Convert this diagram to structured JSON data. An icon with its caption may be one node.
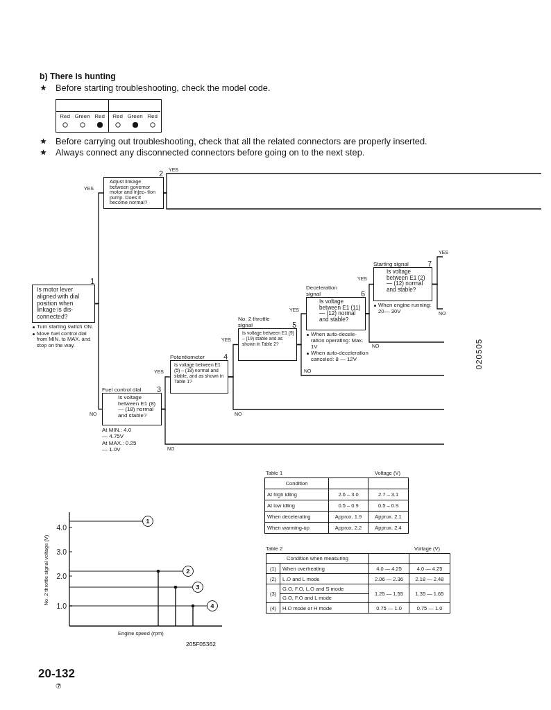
{
  "diagram": {
    "title": "b) There is hunting",
    "nodes": [
      {
        "text": [
          "1",
          "Is motor lever aligned with dial position when linkage is dis- connected?"
        ],
        "beside": [
          "Turn starting switch ON.",
          "Move fuel control dial from MIN. to MAX. and stop on the way."
        ]
      },
      {
        "text": [
          "2",
          "Adjust linkage between governor motor and injec- tion pump. Does it become normal?"
        ]
      },
      {
        "text": [
          "Fuel control dial",
          "3",
          "Is voltage between E1 (8) — (18) normal and stable?"
        ],
        "beside": [
          "At MIN.: 4.0 — 4.75V",
          "At MAX.: 0.25 — 1.0V"
        ]
      },
      {
        "text": [
          "Potentiometer",
          "4",
          "Is voltage between E1 (5) – (18) normal and stable, and as shown in Table 1?"
        ]
      },
      {
        "text": [
          "No. 2 throttle signal",
          "5",
          "Is voltage between E1 (9) – (19) stable and as shown in Table 2?"
        ]
      },
      {
        "text": [
          "Deceleration signal",
          "6",
          "Is voltage between E1 (11) — (12) normal and stable?"
        ],
        "beside": [
          "When auto-decele- ration operating: Max. 1V",
          "When auto-deceleration canceled: 8 — 12V"
        ]
      },
      {
        "text": [
          "Starting signal",
          "7",
          "Is voltage between E1 (2) — (12) normal and stable?"
        ],
        "beside": [
          "When engine running: 20— 30V"
        ]
      }
    ],
    "edges": [
      {
        "from": 0,
        "to": 1,
        "arrow": "none",
        "label": "YES"
      },
      {
        "from": 0,
        "to": 2,
        "arrow": "none",
        "label": "NO"
      },
      {
        "from": 1,
        "to": null,
        "arrow": "none",
        "label": "YES"
      },
      {
        "from": 1,
        "to": null,
        "arrow": "none"
      },
      {
        "from": 2,
        "to": 3,
        "arrow": "none",
        "label": "YES"
      },
      {
        "from": 2,
        "to": null,
        "arrow": "none",
        "label": "NO"
      },
      {
        "from": 3,
        "to": 4,
        "arrow": "none",
        "label": "YES"
      },
      {
        "from": 3,
        "to": null,
        "arrow": "none",
        "label": "NO"
      },
      {
        "from": 4,
        "to": 5,
        "arrow": "none",
        "label": "YES"
      },
      {
        "from": 4,
        "to": null,
        "arrow": "none",
        "label": "NO"
      },
      {
        "from": 5,
        "to": 6,
        "arrow": "none",
        "label": "YES"
      },
      {
        "from": 5,
        "to": null,
        "arrow": "none",
        "label": "NO"
      },
      {
        "from": 6,
        "to": null,
        "arrow": "none",
        "label": "YES"
      },
      {
        "from": 6,
        "to": null,
        "arrow": "none",
        "label": "NO"
      }
    ],
    "labels": [
      "Before starting troubleshooting, check the model code.",
      "Red",
      "Green",
      "Red",
      "Red",
      "Green",
      "Red",
      "Before carrying out troubleshooting, check that all the related connectors are properly inserted.",
      "Always connect any disconnected connectors before going on to the next step.",
      "020505",
      "Table 1",
      "Voltage (V)",
      "Condition",
      "At high idling",
      "2.6 – 3.0",
      "2.7 – 3.1",
      "At low idling",
      "0.5 – 0.9",
      "0.5 – 0.9",
      "When decelerating",
      "Approx. 1.9",
      "Approx. 2.1",
      "When warming-up",
      "Approx. 2.2",
      "Approx. 2.4",
      "Table 2",
      "Voltage (V)",
      "Condition when measuring",
      "(1)",
      "When overheating",
      "4.0 — 4.25",
      "4.0 — 4.25",
      "(2)",
      "L.O and L mode",
      "2.06 — 2.36",
      "2.18 — 2.48",
      "(3)",
      "G.O, F.O, L.O and S mode",
      "1.25 — 1.55",
      "1.35 — 1.65",
      "G.O, F.O and L mode",
      "(4)",
      "H.O mode or H mode",
      "0.75 — 1.0",
      "0.75 — 1.0",
      "No. 2 throttle signal voltage (V)",
      "4.0",
      "3.0",
      "2.0",
      "1.0",
      "1",
      "2",
      "3",
      "4",
      "Engine speed (rpm)",
      "205F05362",
      "20-132",
      "⑦"
    ]
  }
}
